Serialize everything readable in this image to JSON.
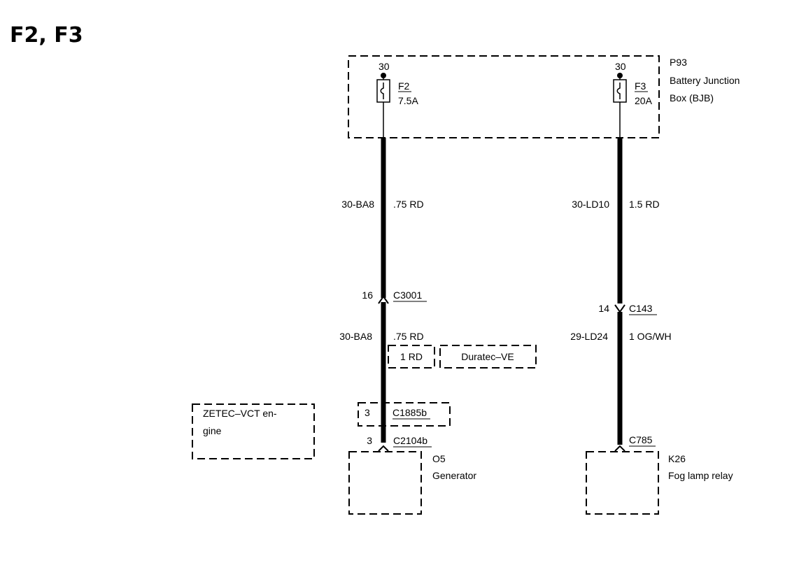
{
  "title": "F2, F3",
  "bjb": {
    "id": "P93",
    "name_line1": "Battery Junction",
    "name_line2": "Box (BJB)"
  },
  "fuses": [
    {
      "terminal": "30",
      "name": "F2",
      "rating": "7.5A"
    },
    {
      "terminal": "30",
      "name": "F3",
      "rating": "20A"
    }
  ],
  "circuits": {
    "left_top": {
      "circuit": "30-BA8",
      "wire": ".75 RD"
    },
    "left_bottom": {
      "circuit": "30-BA8",
      "wire": ".75 RD",
      "alt_wire": "1 RD",
      "alt_condition": "Duratec–VE"
    },
    "right_top": {
      "circuit": "30-LD10",
      "wire": "1.5 RD"
    },
    "right_bottom": {
      "circuit": "29-LD24",
      "wire": "1 OG/WH"
    }
  },
  "connectors": {
    "c3001": {
      "pin": "16",
      "name": "C3001"
    },
    "c143": {
      "pin": "14",
      "name": "C143"
    },
    "c1885b": {
      "pin": "3",
      "name": "C1885b"
    },
    "c2104b": {
      "pin": "3",
      "name": "C2104b"
    },
    "c785": {
      "name": "C785"
    }
  },
  "engine_note": {
    "line1": "ZETEC–VCT en-",
    "line2": "gine"
  },
  "components": {
    "generator": {
      "id": "O5",
      "name": "Generator"
    },
    "fog_relay": {
      "id": "K26",
      "name": "Fog lamp relay"
    }
  }
}
